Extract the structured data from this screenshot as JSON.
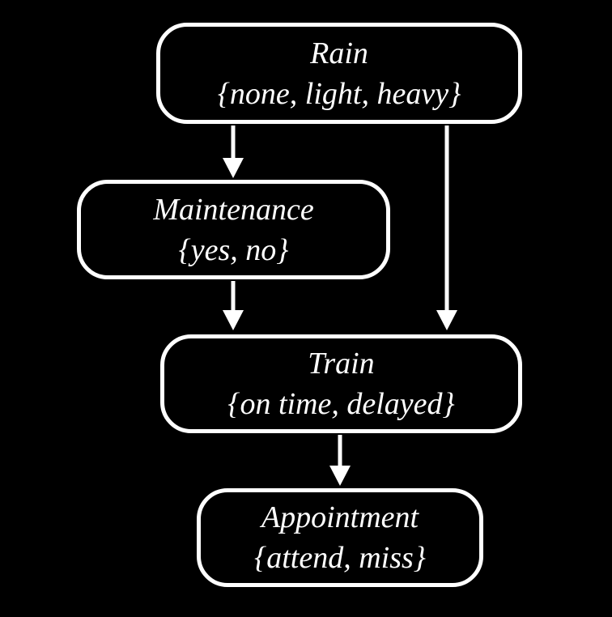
{
  "diagram": {
    "type": "bayesian-network",
    "background_color": "#000000",
    "node_border_color": "#ffffff",
    "text_color": "#ffffff",
    "nodes": [
      {
        "id": "rain",
        "name": "Rain",
        "values": "{none, light, heavy}"
      },
      {
        "id": "maintenance",
        "name": "Maintenance",
        "values": "{yes, no}"
      },
      {
        "id": "train",
        "name": "Train",
        "values": "{on time, delayed}"
      },
      {
        "id": "appointment",
        "name": "Appointment",
        "values": "{attend, miss}"
      }
    ],
    "edges": [
      {
        "from": "rain",
        "to": "maintenance"
      },
      {
        "from": "rain",
        "to": "train"
      },
      {
        "from": "maintenance",
        "to": "train"
      },
      {
        "from": "train",
        "to": "appointment"
      }
    ]
  }
}
